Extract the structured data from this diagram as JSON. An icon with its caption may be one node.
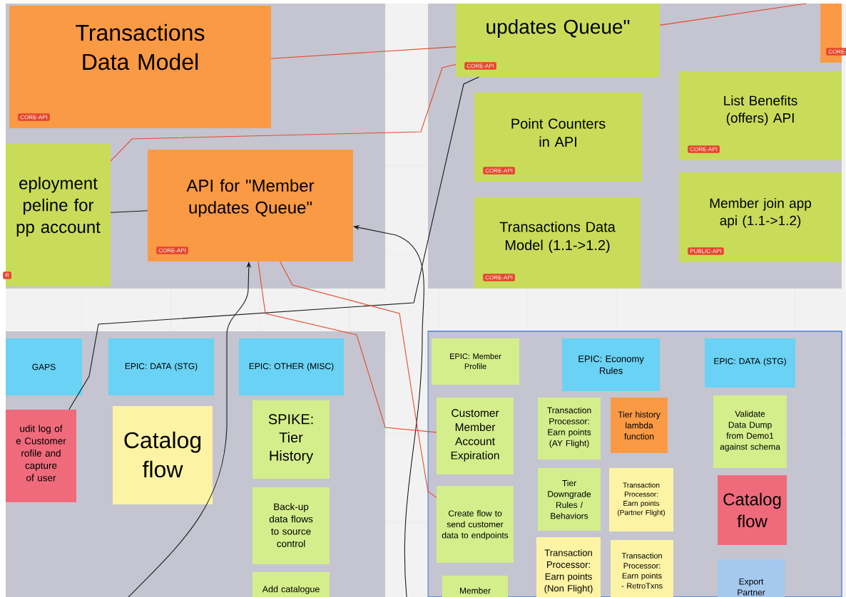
{
  "diagram": {
    "nodes": [
      {
        "text": [],
        "shape": "box"
      },
      {
        "text": [
          "Transactions Data Model",
          "CORE-API"
        ],
        "in": 0
      },
      {
        "text": [
          "eployment peline for pp account",
          "R"
        ],
        "in": 0
      },
      {
        "text": [
          "API for \"Member updates Queue\"",
          "CORE-API"
        ],
        "in": 0
      },
      {
        "text": [],
        "shape": "box"
      },
      {
        "text": [
          "updates Queue\"",
          "CORE-API"
        ],
        "in": 4
      },
      {
        "text": [
          "Point Counters in API",
          "CORE-API"
        ],
        "in": 4
      },
      {
        "text": [
          "Transactions Data Model (1.1->1.2)",
          "CORE-API"
        ],
        "in": 4
      },
      {
        "text": [
          "CORE-"
        ],
        "in": 4
      },
      {
        "text": [
          "List Benefits (offers) API",
          "CORE-API"
        ],
        "in": 4
      },
      {
        "text": [
          "Member join app api (1.1->1.2)",
          "PUBLIC-API"
        ],
        "in": 4
      },
      {
        "text": [],
        "shape": "box"
      },
      {
        "text": [
          "GAPS"
        ],
        "in": 11
      },
      {
        "text": [
          "EPIC: DATA (STG)"
        ],
        "in": 11
      },
      {
        "text": [
          "EPIC: OTHER (MISC)"
        ],
        "in": 11
      },
      {
        "text": [
          "udit log of e Customer rofile and capture of user"
        ],
        "in": 11
      },
      {
        "text": [
          "Catalog flow"
        ],
        "in": 11
      },
      {
        "text": [
          "SPIKE: Tier History"
        ],
        "in": 11
      },
      {
        "text": [
          "Back-up data flows to source control"
        ],
        "in": 11
      },
      {
        "text": [
          "Add catalogue"
        ],
        "in": 11
      },
      {
        "text": [],
        "shape": "box"
      },
      {
        "text": [
          "EPIC: Member Profile"
        ],
        "in": 20
      },
      {
        "text": [
          "EPIC: Economy Rules"
        ],
        "in": 20
      },
      {
        "text": [
          "EPIC: DATA (STG)"
        ],
        "in": 20
      },
      {
        "text": [
          "Customer Member Account Expiration"
        ],
        "in": 20
      },
      {
        "text": [
          "Transaction Processor: Earn points (AY Flight)"
        ],
        "in": 20
      },
      {
        "text": [
          "Tier history lambda function"
        ],
        "in": 20
      },
      {
        "text": [
          "Validate Data Dump from Demo1 against schema"
        ],
        "in": 20
      },
      {
        "text": [
          "Create flow to send customer data to endpoints"
        ],
        "in": 20
      },
      {
        "text": [
          "Tier Downgrade Rules / Behaviors"
        ],
        "in": 20
      },
      {
        "text": [
          "Transaction Processor: Earn points (Partner Flight)"
        ],
        "in": 20
      },
      {
        "text": [
          "Catalog flow"
        ],
        "in": 20
      },
      {
        "text": [
          "Member"
        ],
        "in": 20
      },
      {
        "text": [
          "Transaction Processor: Earn points (Non Flight)"
        ],
        "in": 20
      },
      {
        "text": [
          "Transaction Processor: Earn points - RetroTxns"
        ],
        "in": 20
      },
      {
        "text": [
          "Export Partner"
        ],
        "in": 20
      }
    ],
    "edges": [
      {
        "from": 1,
        "to": 5,
        "arrow": "none"
      },
      {
        "from": 2,
        "to": 5,
        "arrow": "none"
      },
      {
        "from": 15,
        "to": 5,
        "arrow": "none",
        "color": "#1a1a1a"
      },
      {
        "from": 2,
        "to": 3,
        "arrow": "none",
        "color": "#1a1a1a"
      },
      {
        "from": null,
        "to": 3,
        "arrow": "to",
        "color": "#1a1a1a"
      },
      {
        "from": 11,
        "to": 3,
        "arrow": "to",
        "color": "#1a1a1a"
      },
      {
        "from": 3,
        "to": 28,
        "arrow": "none"
      },
      {
        "from": 3,
        "to": 24,
        "arrow": "none"
      },
      {
        "from": 5,
        "to": null,
        "arrow": "none"
      }
    ]
  }
}
